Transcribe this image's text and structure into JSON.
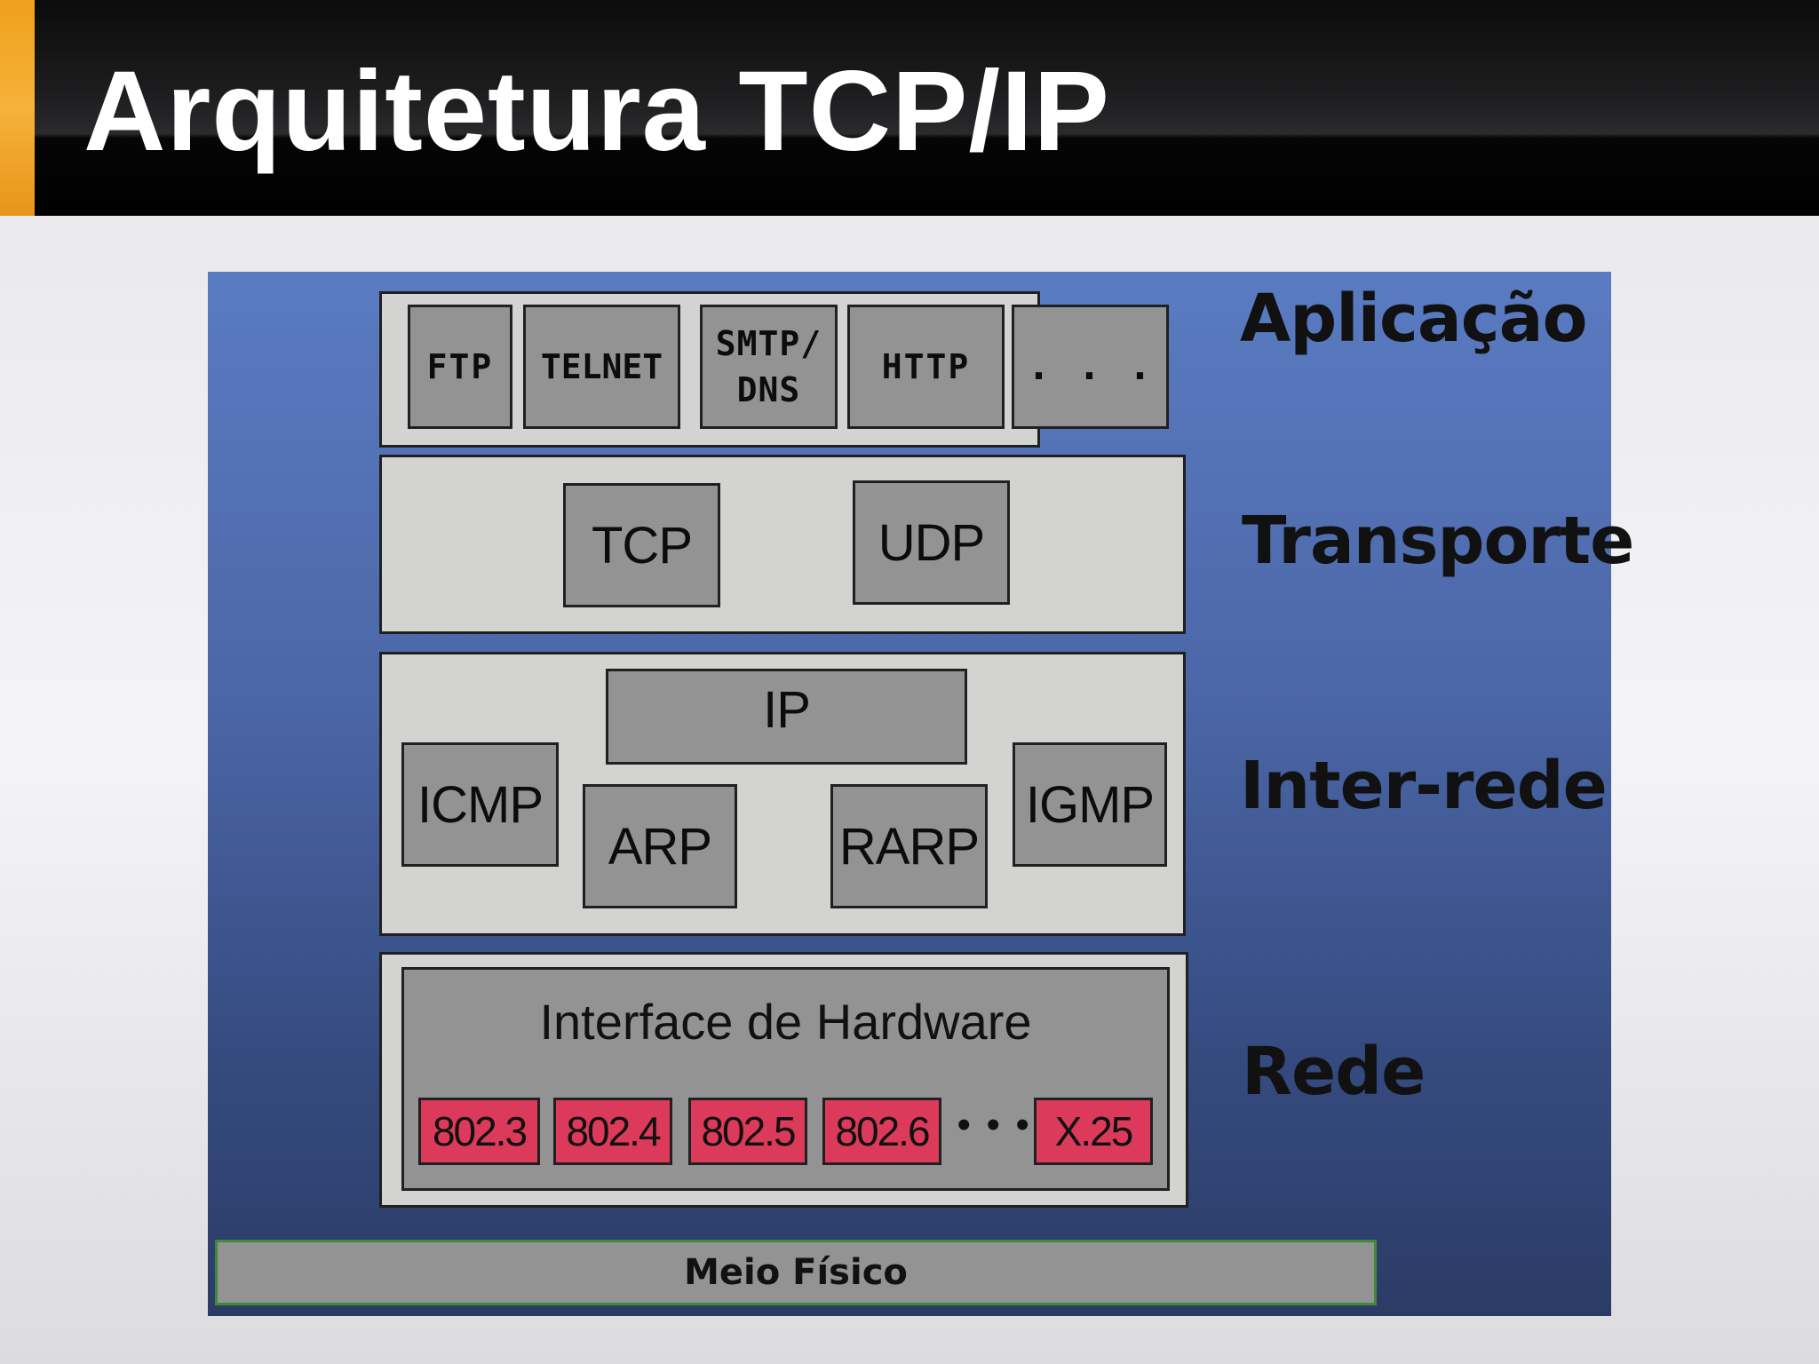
{
  "slide": {
    "title": "Arquitetura TCP/IP"
  },
  "diagram": {
    "layers": {
      "aplicacao": {
        "label": "Aplicação",
        "protocols": [
          "FTP",
          "TELNET",
          "SMTP/\nDNS",
          "HTTP",
          ". . ."
        ]
      },
      "transporte": {
        "label": "Transporte",
        "protocols": [
          "TCP",
          "UDP"
        ]
      },
      "interrede": {
        "label": "Inter-rede",
        "protocols": {
          "ip": "IP",
          "icmp": "ICMP",
          "arp": "ARP",
          "rarp": "RARP",
          "igmp": "IGMP"
        }
      },
      "rede": {
        "label": "Rede",
        "interface_title": "Interface de Hardware",
        "standards": [
          "802.3",
          "802.4",
          "802.5",
          "802.6",
          "X.25"
        ],
        "ellipsis": "• • •"
      }
    },
    "meio_fisico": "Meio Físico"
  }
}
